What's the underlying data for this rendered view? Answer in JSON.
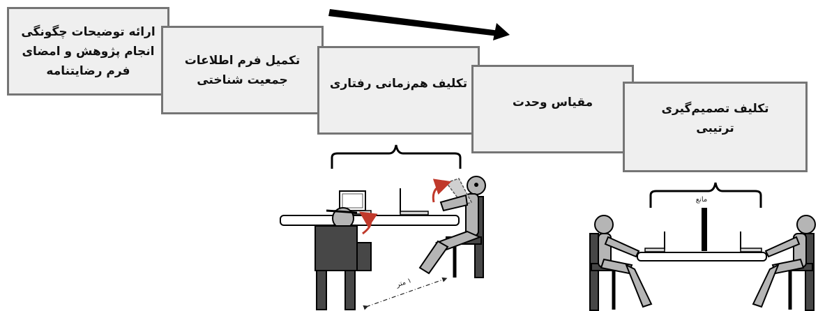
{
  "steps": [
    {
      "id": "s1",
      "label": "ارائه توضیحات چگونگی\nانجام پژوهش و امضای\nفرم رضایتنامه"
    },
    {
      "id": "s2",
      "label": "تکمیل فرم اطلاعات\nجمعیت شناختی"
    },
    {
      "id": "s3",
      "label": "تکلیف هم‌زمانی رفتاری"
    },
    {
      "id": "s4",
      "label": "مقیاس وحدت"
    },
    {
      "id": "s5",
      "label": "تکلیف تصمیم‌گیری\nترتیبی"
    }
  ],
  "labels": {
    "barrier": "مانع",
    "distance": "۱ متر"
  },
  "colors": {
    "box_fill": "#efefef",
    "box_border": "#757575",
    "figure_dark": "#474747",
    "figure_light": "#b5b5b5",
    "rotation_arrow": "#c0392b"
  }
}
